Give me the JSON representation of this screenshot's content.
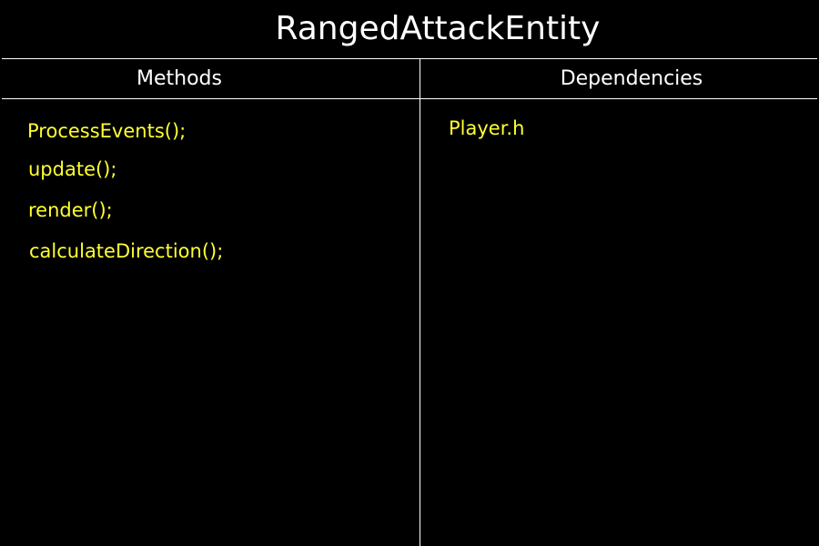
{
  "title": "RangedAttackEntity",
  "columns": {
    "methods_header": "Methods",
    "dependencies_header": "Dependencies"
  },
  "methods": [
    "ProcessEvents();",
    "update();",
    "render();",
    "calculateDirection();"
  ],
  "dependencies": [
    "Player.h"
  ],
  "colors": {
    "background": "#000000",
    "header_text": "#ffffff",
    "item_text": "#ffff33",
    "lines": "#ffffff"
  }
}
